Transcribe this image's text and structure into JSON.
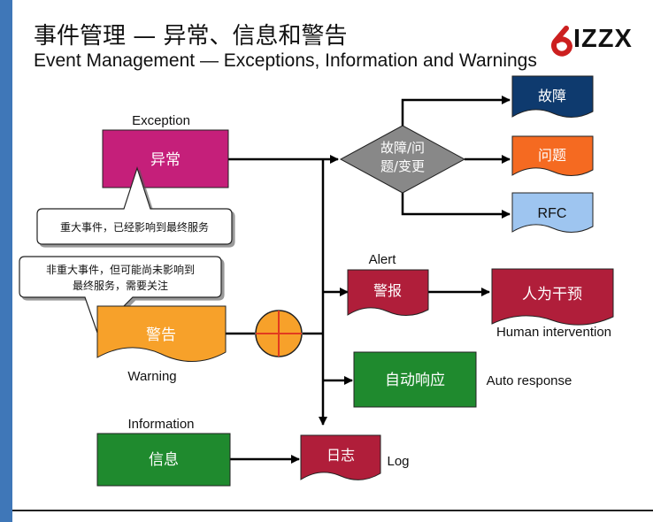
{
  "title": {
    "cn": "事件管理 — 异常、信息和警告",
    "en": "Event Management — Exceptions, Information and Warnings"
  },
  "logo": {
    "text": "IZZX",
    "icon": "logo-icon",
    "color": "#cc1f1f"
  },
  "nodes": {
    "exception": {
      "label": "异常",
      "caption": "Exception",
      "color": "#c51f7a"
    },
    "warning": {
      "label": "警告",
      "caption": "Warning",
      "color": "#f7a12a"
    },
    "information": {
      "label": "信息",
      "caption": "Information",
      "color": "#1f8a2e"
    },
    "decision": {
      "label_line1": "故障/问",
      "label_line2": "题/变更",
      "color": "#888888"
    },
    "incident": {
      "label": "故障",
      "color": "#0e3a6e"
    },
    "problem": {
      "label": "问题",
      "color": "#f56a21"
    },
    "rfc": {
      "label": "RFC",
      "color": "#9ec5f0"
    },
    "alert": {
      "label": "警报",
      "caption": "Alert",
      "color": "#b01e3a"
    },
    "human": {
      "label": "人为干预",
      "caption": "Human intervention",
      "color": "#b01e3a"
    },
    "auto": {
      "label": "自动响应",
      "caption": "Auto response",
      "color": "#1f8a2e"
    },
    "log": {
      "label": "日志",
      "caption": "Log",
      "color": "#b01e3a"
    }
  },
  "callouts": {
    "exception_note": "重大事件，已经影响到最终服务",
    "warning_note_line1": "非重大事件，但可能尚未影响到",
    "warning_note_line2": "最终服务，需要关注"
  },
  "junction": {
    "icon": "plus-circle-icon",
    "color": "#f7a12a"
  }
}
